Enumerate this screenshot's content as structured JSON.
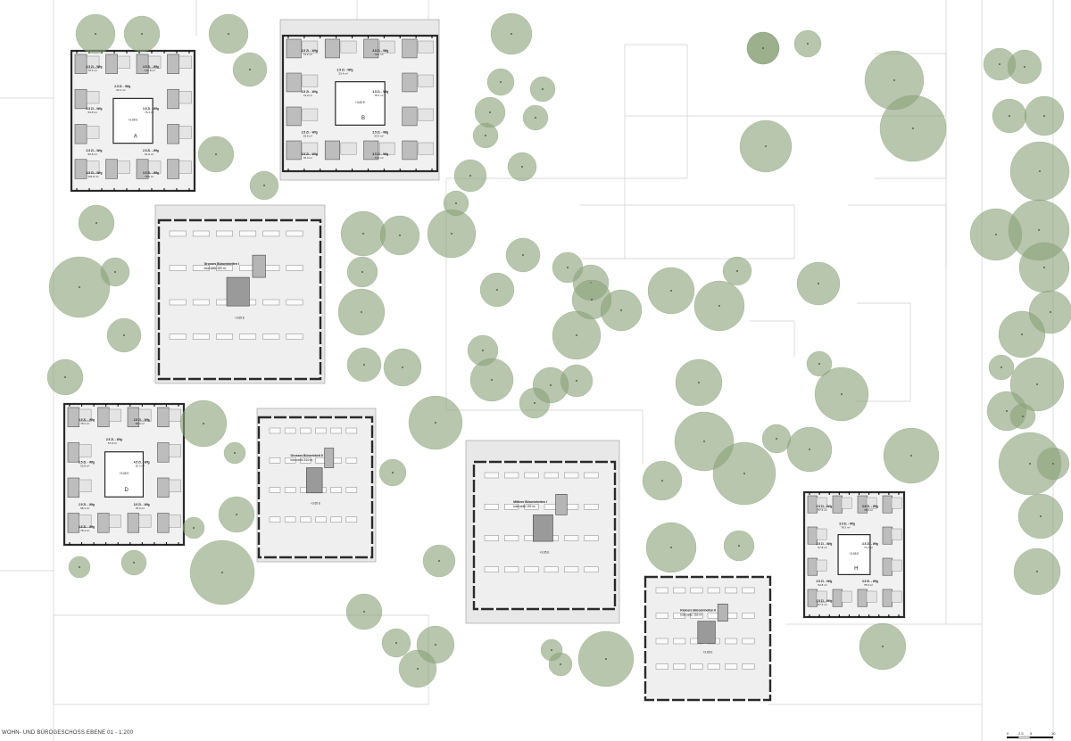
{
  "plan": {
    "title": "WOHN- UND BÜROGESCHOSS EBENE 01 - 1:200",
    "colors": {
      "tree_fill": "#8aa37a",
      "building_fill": "#e8e8e8",
      "wall": "#2a2a2a",
      "room_gray": "#bdbdbd",
      "context_line": "#d0d0d0"
    },
    "scale_bar": {
      "ticks": [
        "0",
        "2.5",
        "5",
        "10"
      ]
    },
    "residential_blocks": [
      {
        "id": "A",
        "level_label": "+3.65 E",
        "units": [
          {
            "type": "3.5 Zi. - Wfg",
            "area": "78.3 m²"
          },
          {
            "type": "4.5 Zi. - Wfg",
            "area": "101.8 m²"
          },
          {
            "type": "2.5 Zi. - Wfg",
            "area": "62.4 m²"
          },
          {
            "type": "2.5 Zi. - Wfg",
            "area": "53.8 m²"
          },
          {
            "type": "3.5 Zi. - Wfg",
            "area": "78.3 m²"
          },
          {
            "type": "2.5 Zi. - Wfg",
            "area": "56.8 m²"
          },
          {
            "type": "2.5 Zi. - Wfg",
            "area": "61.6 m²"
          },
          {
            "type": "4.5 Zi. - Wfg",
            "area": "101.8 m²"
          },
          {
            "type": "3.5 Zi. - Wfg",
            "area": "78.3 m²"
          }
        ]
      },
      {
        "id": "B",
        "level_label": "+3.65 E",
        "units": [
          {
            "type": "2.5 Zi. - Wfg",
            "area": "73.2 m²"
          },
          {
            "type": "3.5 Zi. - Wfg",
            "area": "78.3 m²"
          },
          {
            "type": "2.5 Zi. - Wfg",
            "area": "53.4 m²"
          },
          {
            "type": "2.5 Zi. - Wfg",
            "area": "73.2 m²"
          },
          {
            "type": "3.5 Zi. - Wfg",
            "area": "78.3 m²"
          },
          {
            "type": "2.5 Zi. - Wfg",
            "area": "53.6 m²"
          },
          {
            "type": "2.5 Zi. - Wfg",
            "area": "53.3 m²"
          },
          {
            "type": "3.5 Zi. - Wfg",
            "area": "78.3 m²"
          },
          {
            "type": "3.5 Zi. - Wfg",
            "area": "73.2 m²"
          }
        ]
      },
      {
        "id": "D",
        "level_label": "+3.65 E",
        "units": [
          {
            "type": "3.5 Zi. - Wfg",
            "area": "78.3 m²"
          },
          {
            "type": "2.5 Zi. - Wfg",
            "area": "82.3 m²"
          },
          {
            "type": "2.5 Zi. - Wfg",
            "area": "57.8 m²"
          },
          {
            "type": "2.5 Zi. - Wfg",
            "area": "52.8 m²"
          },
          {
            "type": "4.5 Zi. - Wfg",
            "area": "82.3 m²"
          },
          {
            "type": "2.5 Zi. - Wfg",
            "area": "58.3 m²"
          },
          {
            "type": "3.5 Zi. - Wfg",
            "area": "78.3 m²"
          },
          {
            "type": "3.5 Zi. - Wfg",
            "area": "78.3 m²"
          }
        ]
      },
      {
        "id": "H",
        "level_label": "+3.65 E",
        "units": [
          {
            "type": "2.5 Zi. - Wfg",
            "area": "57.4 m²"
          },
          {
            "type": "3.5 Zi. - Wfg",
            "area": "78.3 m²"
          },
          {
            "type": "3.5 Zi. - Wfg",
            "area": "78.3 m²"
          },
          {
            "type": "2.5 Zi. - Wfg",
            "area": "57.8 m²"
          },
          {
            "type": "3.5 Zi. - Wfg",
            "area": "73.2 m²"
          },
          {
            "type": "2.5 Zi. - Wfg",
            "area": "54.8 m²"
          },
          {
            "type": "3.5 Zi. - Wfg",
            "area": "78.3 m²"
          },
          {
            "type": "2.5 Zi. - Wfg",
            "area": "57.3 m²"
          }
        ]
      }
    ],
    "office_blocks": [
      {
        "name": "Grosses Büroeinheiten I",
        "area": "total netto 359 m²",
        "level_label": "+3.65 E"
      },
      {
        "name": "Grosses Büroeinheit II",
        "area": "total netto 344 m²",
        "level_label": "+3.65 E"
      },
      {
        "name": "Mittlere Büroeinheiten I",
        "area": "total netto 192 m²",
        "level_label": "+3.65 E"
      },
      {
        "name": "Kleinere Büroeinheiten II",
        "area": "total netto 163 m²",
        "level_label": "+3.65 E"
      }
    ]
  }
}
